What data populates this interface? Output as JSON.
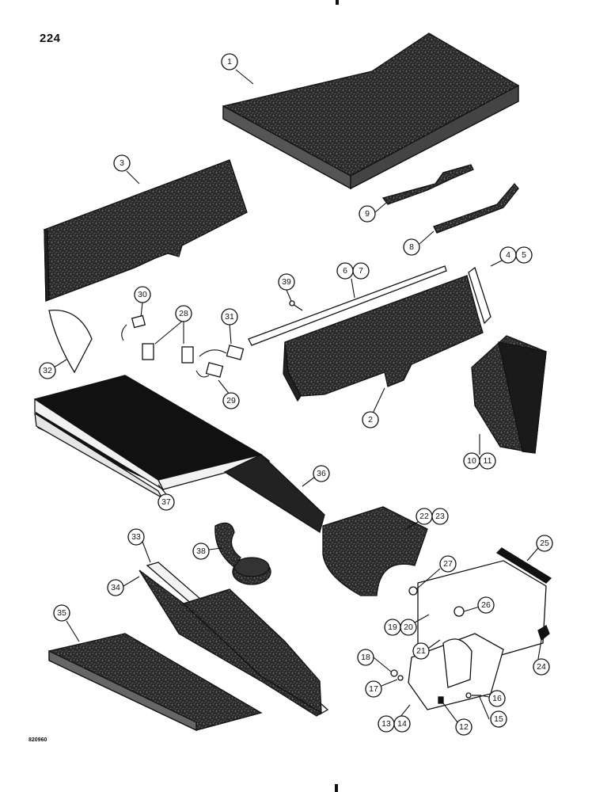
{
  "page_number": "224",
  "figure_code": "820960",
  "colors": {
    "ink": "#111111",
    "insulation": "#2b2b2b",
    "paper": "#ffffff",
    "panel_light": "#f2f2f2"
  },
  "callouts": [
    {
      "id": "c1",
      "num": "1"
    },
    {
      "id": "c2",
      "num": "2"
    },
    {
      "id": "c3",
      "num": "3"
    },
    {
      "id": "c4",
      "num": "4"
    },
    {
      "id": "c5",
      "num": "5"
    },
    {
      "id": "c6",
      "num": "6"
    },
    {
      "id": "c7",
      "num": "7"
    },
    {
      "id": "c8",
      "num": "8"
    },
    {
      "id": "c9",
      "num": "9"
    },
    {
      "id": "c10",
      "num": "10"
    },
    {
      "id": "c11",
      "num": "11"
    },
    {
      "id": "c12",
      "num": "12"
    },
    {
      "id": "c13",
      "num": "13"
    },
    {
      "id": "c14",
      "num": "14"
    },
    {
      "id": "c15",
      "num": "15"
    },
    {
      "id": "c16",
      "num": "16"
    },
    {
      "id": "c17",
      "num": "17"
    },
    {
      "id": "c18",
      "num": "18"
    },
    {
      "id": "c19",
      "num": "19"
    },
    {
      "id": "c20",
      "num": "20"
    },
    {
      "id": "c21",
      "num": "21"
    },
    {
      "id": "c22",
      "num": "22"
    },
    {
      "id": "c23",
      "num": "23"
    },
    {
      "id": "c24",
      "num": "24"
    },
    {
      "id": "c25",
      "num": "25"
    },
    {
      "id": "c26",
      "num": "26"
    },
    {
      "id": "c27",
      "num": "27"
    },
    {
      "id": "c28",
      "num": "28"
    },
    {
      "id": "c29",
      "num": "29"
    },
    {
      "id": "c30",
      "num": "30"
    },
    {
      "id": "c31",
      "num": "31"
    },
    {
      "id": "c32",
      "num": "32"
    },
    {
      "id": "c33",
      "num": "33"
    },
    {
      "id": "c34",
      "num": "34"
    },
    {
      "id": "c35",
      "num": "35"
    },
    {
      "id": "c36",
      "num": "36"
    },
    {
      "id": "c37",
      "num": "37"
    },
    {
      "id": "c38",
      "num": "38"
    },
    {
      "id": "c39",
      "num": "39"
    }
  ]
}
